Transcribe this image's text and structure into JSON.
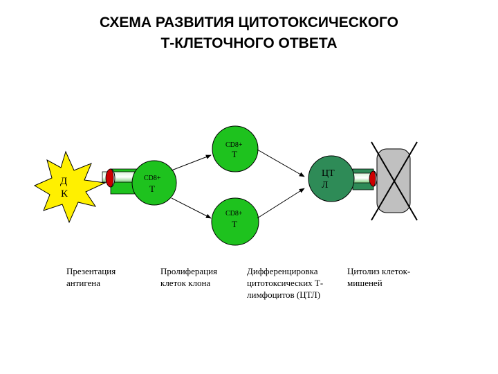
{
  "title": {
    "line1": "СХЕМА РАЗВИТИЯ ЦИТОТОКСИЧЕСКОГО",
    "line2": "Т-КЛЕТОЧНОГО ОТВЕТА"
  },
  "cells": {
    "dendritic": {
      "line1": "Д",
      "line2": "К"
    },
    "cd8_center": {
      "sup": "CD8+",
      "main": "Т"
    },
    "cd8_top": {
      "sup": "CD8+",
      "main": "Т"
    },
    "cd8_bottom": {
      "sup": "CD8+",
      "main": "Т"
    },
    "ctl": {
      "line1": "ЦТ",
      "line2": "Л"
    }
  },
  "captions": {
    "presentation": {
      "line1": "Презентация",
      "line2": "антигена"
    },
    "proliferation": {
      "line1": "Пролиферация",
      "line2": "клеток клона"
    },
    "differentiation": {
      "line1": "Дифференцировка",
      "line2": "цитотоксических Т-",
      "line3": "лимфоцитов (ЦТЛ)"
    },
    "cytolysis": {
      "line1": "Цитолиз клеток-",
      "line2": "мишеней"
    }
  },
  "colors": {
    "t_cell_green": "#1ec21e",
    "ctl_green": "#2e8b57",
    "dendritic_yellow": "#fff000",
    "receptor_red": "#cc0000",
    "target_gray": "#c0c0c0"
  },
  "icons": {
    "dendritic_cell": "star-burst",
    "t_cell": "circle",
    "receptor": "cylinder",
    "target_cell": "rounded-rectangle",
    "destroyed_mark": "x-cross"
  }
}
